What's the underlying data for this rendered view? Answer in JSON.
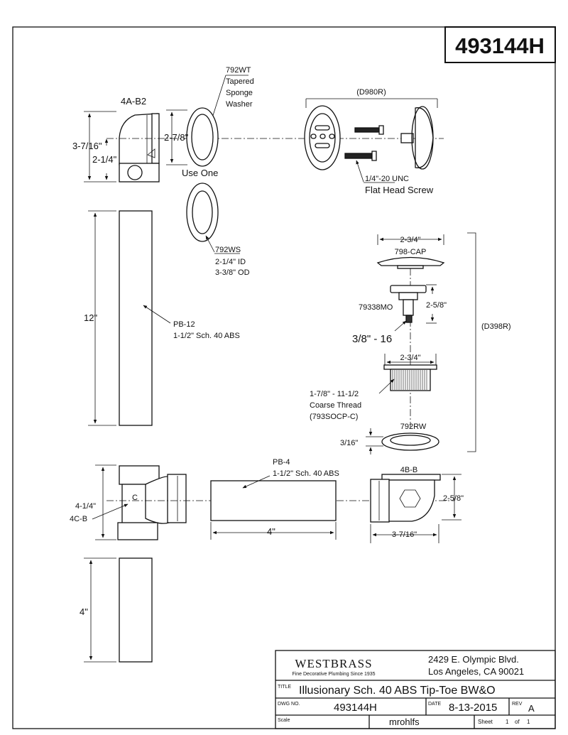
{
  "title_block": {
    "part_number": "493144H",
    "brand": "WESTBRASS",
    "brand_tagline": "Fine Decorative Plumbing Since 1935",
    "address_line1": "2429 E. Olympic Blvd.",
    "address_line2": "Los Angeles, CA 90021",
    "title_label": "TITLE",
    "title": "Illusionary Sch. 40 ABS Tip-Toe BW&O",
    "dwg_no_label": "DWG NO.",
    "dwg_no": "493144H",
    "date_label": "DATE",
    "date": "8-13-2015",
    "rev_label": "REV",
    "rev": "A",
    "scale_label": "Scale",
    "drawn_by": "mrohlfs",
    "sheet_label": "Sheet",
    "sheet_num": "1",
    "sheet_of": "of",
    "sheet_total": "1"
  },
  "parts": {
    "p4ab2": {
      "code": "4A-B2",
      "dim_total": "3-7/16\"",
      "dim_inner": "2-1/4\""
    },
    "p792wt": {
      "code": "792WT",
      "desc1": "Tapered",
      "desc2": "Sponge",
      "desc3": "Washer",
      "dim": "2-7/8\"",
      "note": "Use One"
    },
    "d980r": {
      "code": "(D980R)",
      "screw1": "1/4\"-20 UNC",
      "screw2": "Flat Head  Screw"
    },
    "p792ws": {
      "code": "792WS",
      "desc1": "2-1/4\" ID",
      "desc2": "3-3/8\" OD"
    },
    "pb12": {
      "code": "PB-12",
      "desc": "1-1/2\" Sch. 40 ABS",
      "dim": "12\""
    },
    "p798cap": {
      "code": "798-CAP",
      "dim": "2-3/4\""
    },
    "d398r": {
      "code": "(D398R)"
    },
    "p79338mo": {
      "code": "79338MO",
      "dim": "2-5/8\"",
      "thread": "3/8\" - 16"
    },
    "p793socp": {
      "dim": "2-3/4\"",
      "desc1": "1-7/8\" - 11-1/2",
      "desc2": "Coarse Thread",
      "code": "(793SOCP-C)"
    },
    "p792rw": {
      "code": "792RW",
      "dim": "3/16\""
    },
    "p4cb": {
      "code": "4C-B",
      "dim": "4-1/4\"",
      "centerline": "C"
    },
    "pb4": {
      "code": "PB-4",
      "desc": "1-1/2\" Sch. 40 ABS",
      "dim": "4\""
    },
    "p4bb": {
      "code": "4B-B",
      "dim_height": "2-5/8\"",
      "dim_width": "3-7/16\""
    },
    "pipe_bottom": {
      "dim": "4\""
    }
  }
}
